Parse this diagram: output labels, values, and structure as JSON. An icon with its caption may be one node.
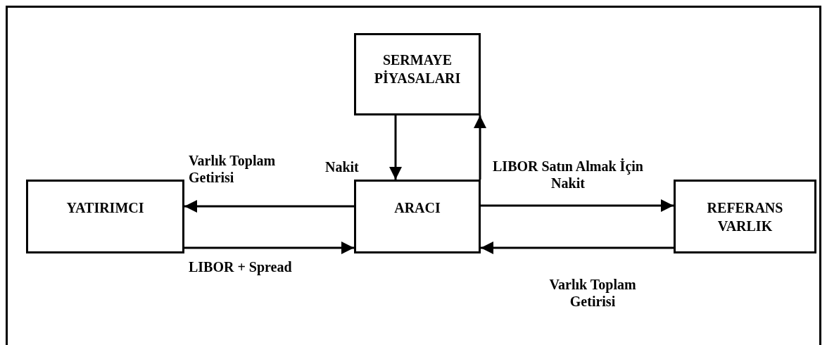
{
  "diagram": {
    "nodes": [
      {
        "text": [
          "SERMAYE PİYASALARI"
        ]
      },
      {
        "text": [
          "YATIRIMCI"
        ]
      },
      {
        "text": [
          "ARACI"
        ]
      },
      {
        "text": [
          "REFERANS VARLIK"
        ]
      }
    ],
    "edges": [
      {
        "from": 0,
        "to": 2,
        "arrow": "to",
        "label": "Nakit"
      },
      {
        "from": 2,
        "to": 0,
        "arrow": "to",
        "label": "LIBOR Satın Almak İçin Nakit"
      },
      {
        "from": 2,
        "to": 1,
        "arrow": "to",
        "label": "Varlık Toplam Getirisi"
      },
      {
        "from": 1,
        "to": 2,
        "arrow": "to",
        "label": "LIBOR + Spread"
      },
      {
        "from": 2,
        "to": 3,
        "arrow": "to"
      },
      {
        "from": 3,
        "to": 2,
        "arrow": "to",
        "label": "Varlık Toplam Getirisi"
      }
    ]
  }
}
